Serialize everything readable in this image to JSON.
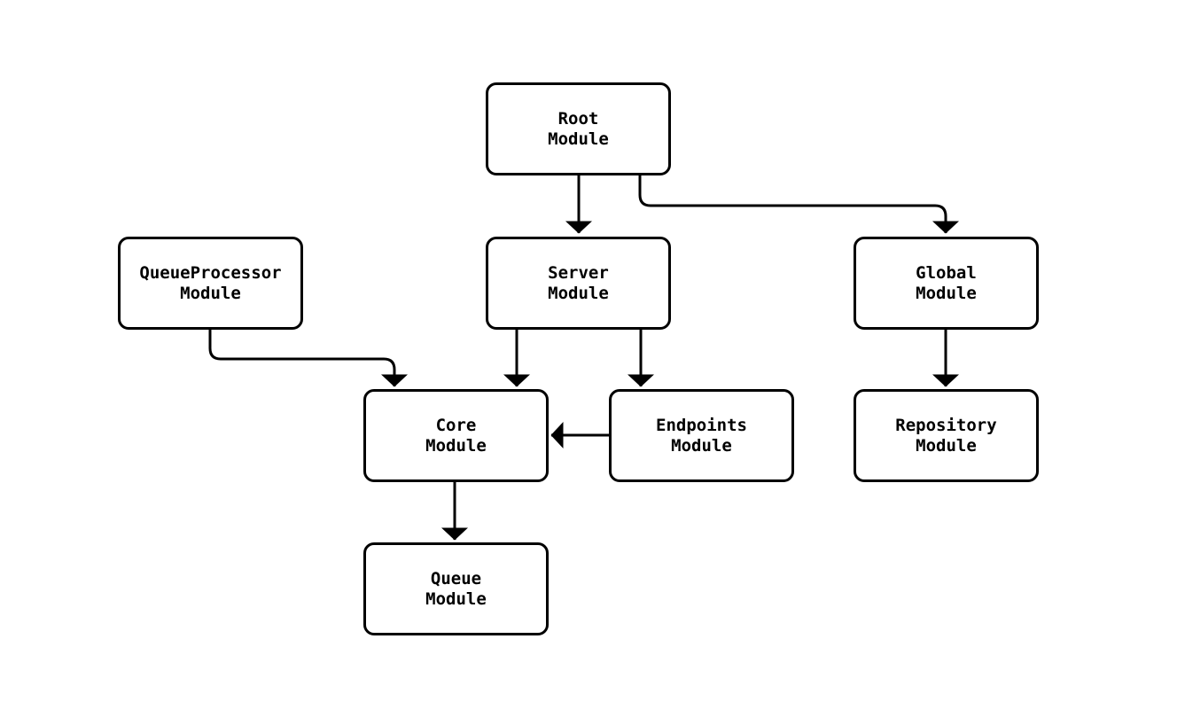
{
  "diagram": {
    "type": "module-dependency-graph",
    "background_color": "#ffffff",
    "node_fill_color": "#ffffff",
    "node_border_color": "#000000",
    "edge_color": "#000000",
    "nodes": [
      {
        "id": "root",
        "line1": "Root",
        "line2": "Module"
      },
      {
        "id": "queueprocessor",
        "line1": "QueueProcessor",
        "line2": "Module"
      },
      {
        "id": "server",
        "line1": "Server",
        "line2": "Module"
      },
      {
        "id": "global",
        "line1": "Global",
        "line2": "Module"
      },
      {
        "id": "core",
        "line1": "Core",
        "line2": "Module"
      },
      {
        "id": "endpoints",
        "line1": "Endpoints",
        "line2": "Module"
      },
      {
        "id": "repository",
        "line1": "Repository",
        "line2": "Module"
      },
      {
        "id": "queue",
        "line1": "Queue",
        "line2": "Module"
      }
    ],
    "edges": [
      {
        "from": "root",
        "to": "server"
      },
      {
        "from": "root",
        "to": "global"
      },
      {
        "from": "queueprocessor",
        "to": "core"
      },
      {
        "from": "server",
        "to": "core"
      },
      {
        "from": "server",
        "to": "endpoints"
      },
      {
        "from": "endpoints",
        "to": "core"
      },
      {
        "from": "global",
        "to": "repository"
      },
      {
        "from": "core",
        "to": "queue"
      }
    ]
  }
}
